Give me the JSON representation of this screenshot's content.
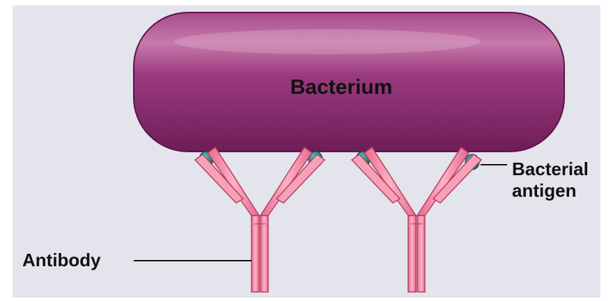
{
  "diagram": {
    "bacterium_label": "Bacterium",
    "antigen_label_line1": "Bacterial",
    "antigen_label_line2": "antigen",
    "antibody_label": "Antibody"
  },
  "colors": {
    "background_panel": "#e4e4ec",
    "bacterium_fill": "#8e2f72",
    "bacterium_highlight": "#c67aaa",
    "bacterium_outline": "#5e1348",
    "antibody_fill": "#f28aa6",
    "antibody_light": "#ffc8d6",
    "antibody_outline": "#b73f62",
    "antigen_fill": "#1f8e88",
    "antigen_dark": "#0b5652",
    "leader_line": "#111111"
  }
}
